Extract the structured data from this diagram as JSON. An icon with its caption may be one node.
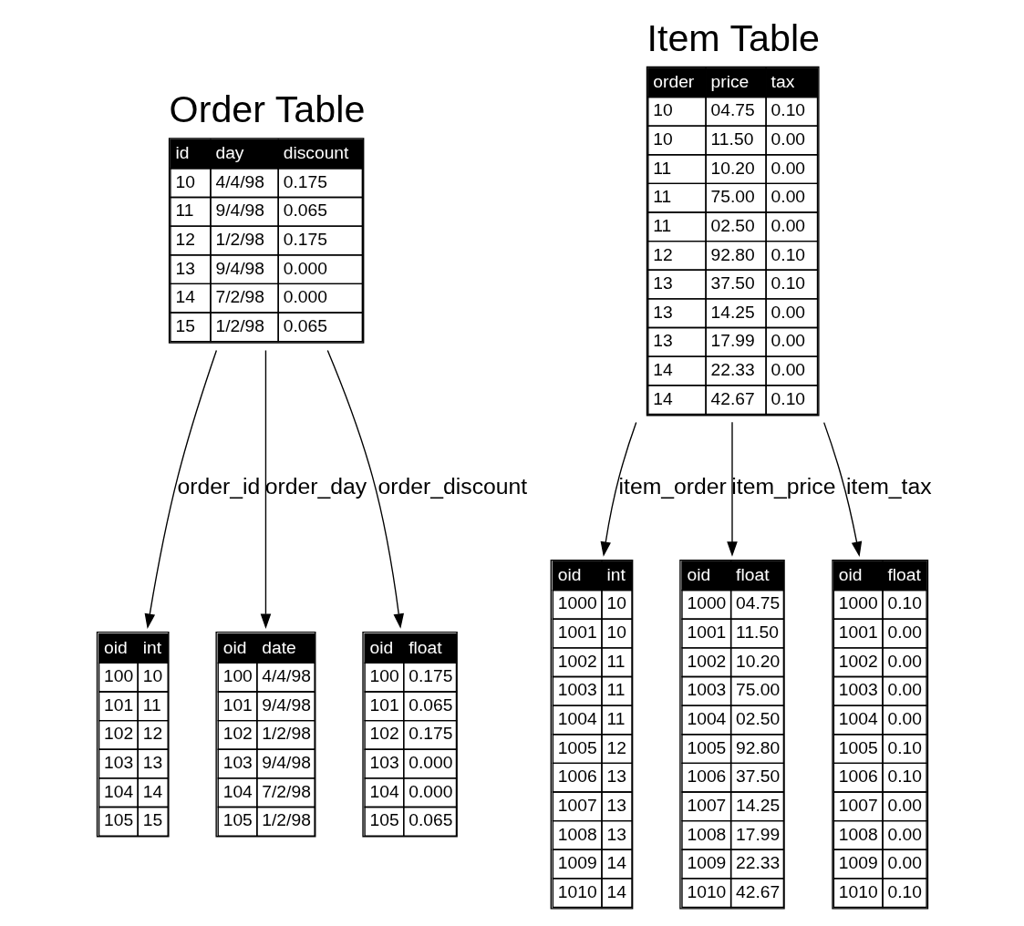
{
  "diagram": {
    "nodes": [
      {
        "text": [
          "Order Table",
          "id",
          "day",
          "discount",
          "10",
          "4/4/98",
          "0.175",
          "11",
          "9/4/98",
          "0.065",
          "12",
          "1/2/98",
          "0.175",
          "13",
          "9/4/98",
          "0.000",
          "14",
          "7/2/98",
          "0.000",
          "15",
          "1/2/98",
          "0.065"
        ]
      },
      {
        "text": [
          "Item Table",
          "order",
          "price",
          "tax",
          "10",
          "04.75",
          "0.10",
          "10",
          "11.50",
          "0.00",
          "11",
          "10.20",
          "0.00",
          "11",
          "75.00",
          "0.00",
          "11",
          "02.50",
          "0.00",
          "12",
          "92.80",
          "0.10",
          "13",
          "37.50",
          "0.10",
          "13",
          "14.25",
          "0.00",
          "13",
          "17.99",
          "0.00",
          "14",
          "22.33",
          "0.00",
          "14",
          "42.67",
          "0.10"
        ]
      },
      {
        "text": [
          "oid",
          "int",
          "100",
          "10",
          "101",
          "11",
          "102",
          "12",
          "103",
          "13",
          "104",
          "14",
          "105",
          "15"
        ]
      },
      {
        "text": [
          "oid",
          "date",
          "100",
          "4/4/98",
          "101",
          "9/4/98",
          "102",
          "1/2/98",
          "103",
          "9/4/98",
          "104",
          "7/2/98",
          "105",
          "1/2/98"
        ]
      },
      {
        "text": [
          "oid",
          "float",
          "100",
          "0.175",
          "101",
          "0.065",
          "102",
          "0.175",
          "103",
          "0.000",
          "104",
          "0.000",
          "105",
          "0.065"
        ]
      },
      {
        "text": [
          "oid",
          "int",
          "1000",
          "10",
          "1001",
          "10",
          "1002",
          "11",
          "1003",
          "11",
          "1004",
          "11",
          "1005",
          "12",
          "1006",
          "13",
          "1007",
          "13",
          "1008",
          "13",
          "1009",
          "14",
          "1010",
          "14"
        ]
      },
      {
        "text": [
          "oid",
          "float",
          "1000",
          "04.75",
          "1001",
          "11.50",
          "1002",
          "10.20",
          "1003",
          "75.00",
          "1004",
          "02.50",
          "1005",
          "92.80",
          "1006",
          "37.50",
          "1007",
          "14.25",
          "1008",
          "17.99",
          "1009",
          "22.33",
          "1010",
          "42.67"
        ]
      },
      {
        "text": [
          "oid",
          "float",
          "1000",
          "0.10",
          "1001",
          "0.00",
          "1002",
          "0.00",
          "1003",
          "0.00",
          "1004",
          "0.00",
          "1005",
          "0.10",
          "1006",
          "0.10",
          "1007",
          "0.00",
          "1008",
          "0.00",
          "1009",
          "0.00",
          "1010",
          "0.10"
        ]
      }
    ],
    "edges": [
      {
        "from": 0,
        "to": 2,
        "arrow": "to",
        "label": "order_id"
      },
      {
        "from": 0,
        "to": 3,
        "arrow": "to",
        "label": "order_day"
      },
      {
        "from": 0,
        "to": 4,
        "arrow": "to",
        "label": "order_discount"
      },
      {
        "from": 1,
        "to": 5,
        "arrow": "to",
        "label": "item_order"
      },
      {
        "from": 1,
        "to": 6,
        "arrow": "to",
        "label": "item_price"
      },
      {
        "from": 1,
        "to": 7,
        "arrow": "to",
        "label": "item_tax"
      }
    ]
  }
}
